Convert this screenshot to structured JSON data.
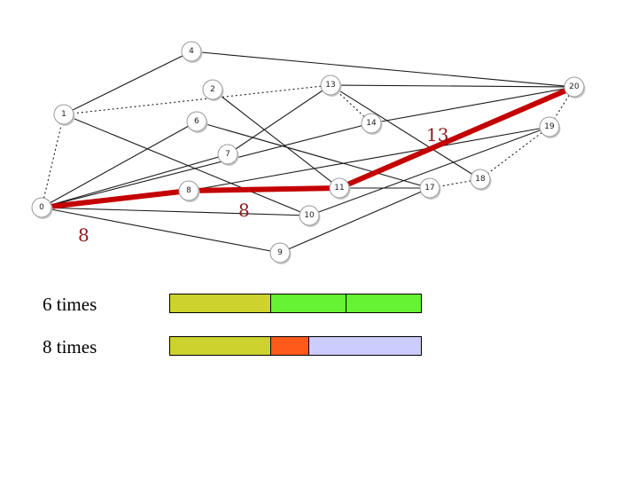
{
  "graph": {
    "nodes": [
      {
        "id": "0",
        "label": "0"
      },
      {
        "id": "1",
        "label": "1"
      },
      {
        "id": "2",
        "label": "2"
      },
      {
        "id": "4",
        "label": "4"
      },
      {
        "id": "6",
        "label": "6"
      },
      {
        "id": "7",
        "label": "7"
      },
      {
        "id": "8",
        "label": "8"
      },
      {
        "id": "9",
        "label": "9"
      },
      {
        "id": "10",
        "label": "10"
      },
      {
        "id": "11",
        "label": "11"
      },
      {
        "id": "13",
        "label": "13"
      },
      {
        "id": "14",
        "label": "14"
      },
      {
        "id": "17",
        "label": "17"
      },
      {
        "id": "18",
        "label": "18"
      },
      {
        "id": "19",
        "label": "19"
      },
      {
        "id": "20",
        "label": "20"
      }
    ],
    "edges": [
      {
        "from": "1",
        "to": "4",
        "style": "solid"
      },
      {
        "from": "4",
        "to": "20",
        "style": "solid"
      },
      {
        "from": "1",
        "to": "13",
        "style": "dotted"
      },
      {
        "from": "1",
        "to": "0",
        "style": "dotted"
      },
      {
        "from": "1",
        "to": "10",
        "style": "solid"
      },
      {
        "from": "2",
        "to": "11",
        "style": "solid"
      },
      {
        "from": "13",
        "to": "20",
        "style": "solid"
      },
      {
        "from": "13",
        "to": "14",
        "style": "dotted"
      },
      {
        "from": "13",
        "to": "7",
        "style": "solid"
      },
      {
        "from": "13",
        "to": "18",
        "style": "solid"
      },
      {
        "from": "14",
        "to": "20",
        "style": "solid"
      },
      {
        "from": "6",
        "to": "0",
        "style": "solid"
      },
      {
        "from": "6",
        "to": "17",
        "style": "solid"
      },
      {
        "from": "7",
        "to": "0",
        "style": "solid"
      },
      {
        "from": "14",
        "to": "0",
        "style": "solid"
      },
      {
        "from": "0",
        "to": "10",
        "style": "solid"
      },
      {
        "from": "0",
        "to": "9",
        "style": "solid"
      },
      {
        "from": "8",
        "to": "19",
        "style": "solid"
      },
      {
        "from": "10",
        "to": "19",
        "style": "solid"
      },
      {
        "from": "9",
        "to": "17",
        "style": "solid"
      },
      {
        "from": "11",
        "to": "17",
        "style": "solid"
      },
      {
        "from": "17",
        "to": "18",
        "style": "dotted"
      },
      {
        "from": "18",
        "to": "19",
        "style": "dotted"
      },
      {
        "from": "19",
        "to": "20",
        "style": "dotted"
      }
    ],
    "highlighted_path": [
      {
        "from": "0",
        "to": "8"
      },
      {
        "from": "8",
        "to": "11"
      },
      {
        "from": "11",
        "to": "20"
      }
    ],
    "highlight_color": "#c40000",
    "weights": [
      {
        "id": "w-0-8",
        "text": "8"
      },
      {
        "id": "w-8-11",
        "text": "8"
      },
      {
        "id": "w-11-20",
        "text": "13"
      }
    ]
  },
  "legend": {
    "rows": [
      {
        "label": "6 times",
        "segments": [
          {
            "color": "#cdd22e",
            "fraction": 0.4
          },
          {
            "color": "#66f333",
            "fraction": 0.3
          },
          {
            "color": "#66f333",
            "fraction": 0.3
          }
        ]
      },
      {
        "label": "8 times",
        "segments": [
          {
            "color": "#cdd22e",
            "fraction": 0.4
          },
          {
            "color": "#ff5a1a",
            "fraction": 0.15
          },
          {
            "color": "#ccccff",
            "fraction": 0.45
          }
        ]
      }
    ]
  }
}
